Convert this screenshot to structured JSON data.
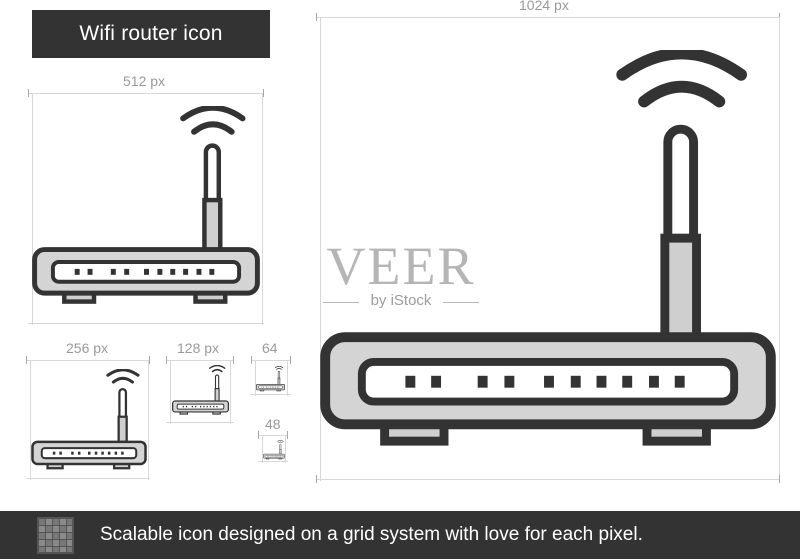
{
  "title": "Wifi router icon",
  "sizes": {
    "s1024": "1024 px",
    "s512": "512 px",
    "s256": "256 px",
    "s128": "128 px",
    "s64": "64",
    "s48": "48"
  },
  "watermark": {
    "brand": "VEER",
    "by": "by iStock"
  },
  "footer": {
    "text": "Scalable icon designed on a grid system with love for each pixel."
  },
  "colors": {
    "dark": "#333333",
    "body_fill": "#d4d4d4",
    "panel_fill": "#ffffff",
    "line": "#d8d8d8"
  },
  "icon": "wifi-router-icon"
}
